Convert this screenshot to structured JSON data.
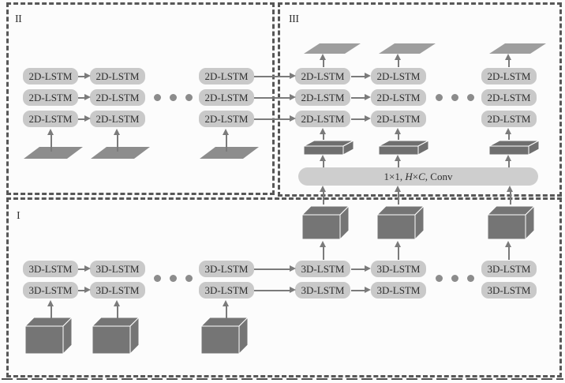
{
  "figure": {
    "sections": {
      "s2": {
        "label": "II"
      },
      "s3": {
        "label": "III"
      },
      "s1": {
        "label": "I"
      }
    },
    "labels": {
      "lstm2d": "2D-LSTM",
      "lstm3d": "3D-LSTM"
    },
    "conv": {
      "prefix": "1×1, ",
      "h": "H",
      "times": "×",
      "c": "C",
      "suffix": ", Conv"
    },
    "colors": {
      "boxbg": "#c9c9c9",
      "convbg": "#cecece",
      "planein": "#8d8d8d",
      "planeout": "#9e9e9e",
      "cube": "#757575",
      "slab": "#6f6f6f",
      "arrow": "#7b7b7b",
      "dot": "#8c8c8c",
      "border": "#575757",
      "text": "#2e2e2e",
      "label": "#333333"
    }
  }
}
